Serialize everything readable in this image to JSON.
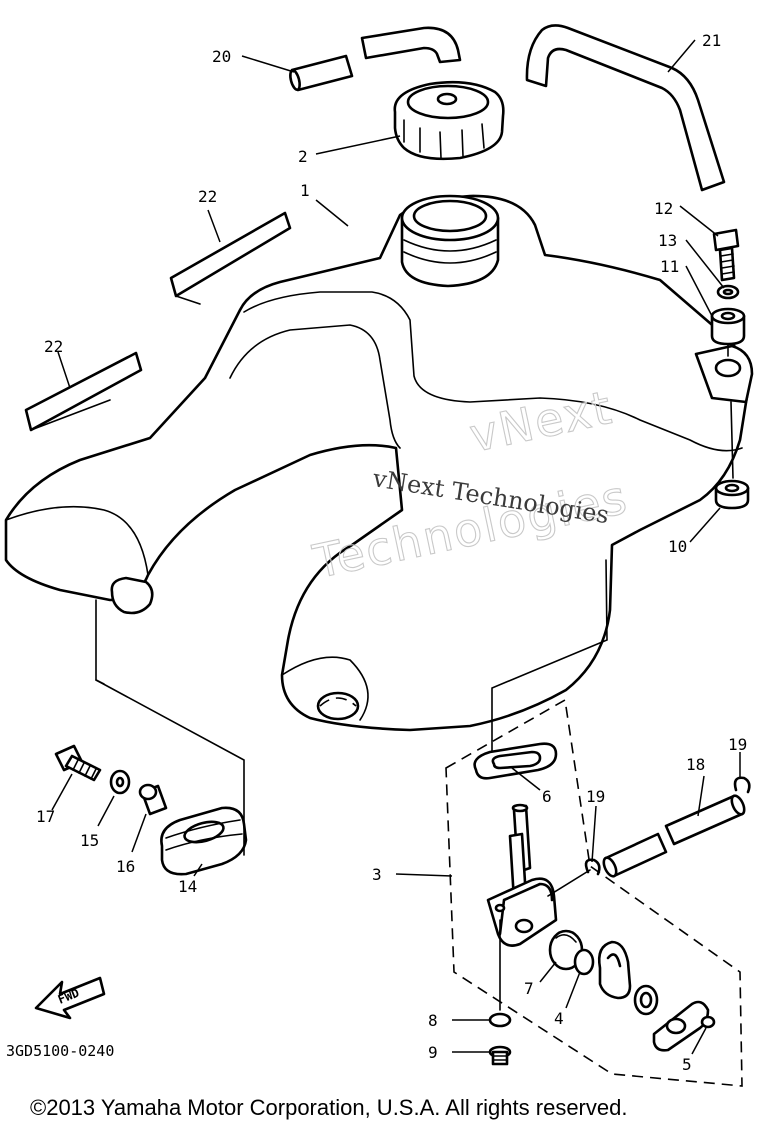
{
  "callouts": [
    {
      "id": "1",
      "label": "1"
    },
    {
      "id": "2",
      "label": "2"
    },
    {
      "id": "3",
      "label": "3"
    },
    {
      "id": "4",
      "label": "4"
    },
    {
      "id": "5",
      "label": "5"
    },
    {
      "id": "6",
      "label": "6"
    },
    {
      "id": "7",
      "label": "7"
    },
    {
      "id": "8",
      "label": "8"
    },
    {
      "id": "9",
      "label": "9"
    },
    {
      "id": "10",
      "label": "10"
    },
    {
      "id": "11",
      "label": "11"
    },
    {
      "id": "12",
      "label": "12"
    },
    {
      "id": "13",
      "label": "13"
    },
    {
      "id": "14",
      "label": "14"
    },
    {
      "id": "15",
      "label": "15"
    },
    {
      "id": "16",
      "label": "16"
    },
    {
      "id": "17",
      "label": "17"
    },
    {
      "id": "18",
      "label": "18"
    },
    {
      "id": "19a",
      "label": "19"
    },
    {
      "id": "19b",
      "label": "19"
    },
    {
      "id": "20",
      "label": "20"
    },
    {
      "id": "21",
      "label": "21"
    },
    {
      "id": "22a",
      "label": "22"
    },
    {
      "id": "22b",
      "label": "22"
    }
  ],
  "watermark": {
    "line1": "vNext Technologies",
    "line2": "vNext",
    "line3": "Technologies"
  },
  "fwd_label": "FWD",
  "diagram_code": "3GD5100-0240",
  "copyright": "©2013 Yamaha Motor Corporation, U.S.A. All rights reserved."
}
